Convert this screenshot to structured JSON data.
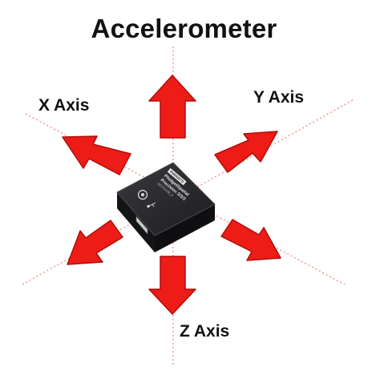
{
  "title": "Accelerometer",
  "axes": {
    "x_label": "X Axis",
    "y_label": "Y Axis",
    "z_label": "Z Axis"
  },
  "colors": {
    "arrow_fill": "#ee1c17",
    "arrow_stroke": "#b00d0a",
    "dotted_line": "#f08a8a",
    "device_body": "#1b1b1d",
    "device_top": "#2a2a2d",
    "text": "#111111"
  },
  "device": {
    "brand_badge": "PHIDGETS",
    "name_line1": "PhidgetSpatial",
    "name_line2": "Precision 3/3/3",
    "part_number": "MOT0109_0"
  }
}
